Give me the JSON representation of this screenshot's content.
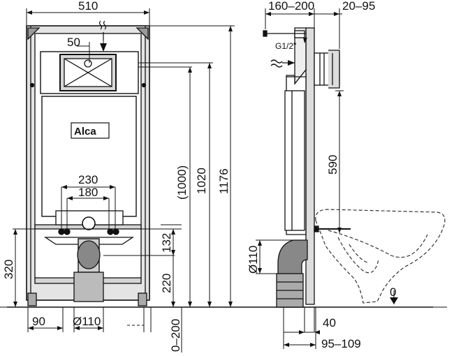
{
  "labels": {
    "width_510": "510",
    "dist_50": "50",
    "dist_230": "230",
    "dist_180": "180",
    "height_320": "320",
    "height_132": "132",
    "height_220": "220",
    "height_1000": "(1000)",
    "height_1020": "1020",
    "height_1176": "1176",
    "dist_90": "90",
    "pipe_110": "Ø110",
    "range_0_200": "0–200",
    "range_160_200": "160–200",
    "range_20_95": "20–95",
    "thread_g12": "G1/2\"",
    "height_590": "590",
    "pipe_110_side": "Ø110",
    "dist_40": "40",
    "range_95_109": "95–109",
    "floor_0": "0"
  },
  "brand": {
    "logo_text": "Alca"
  }
}
